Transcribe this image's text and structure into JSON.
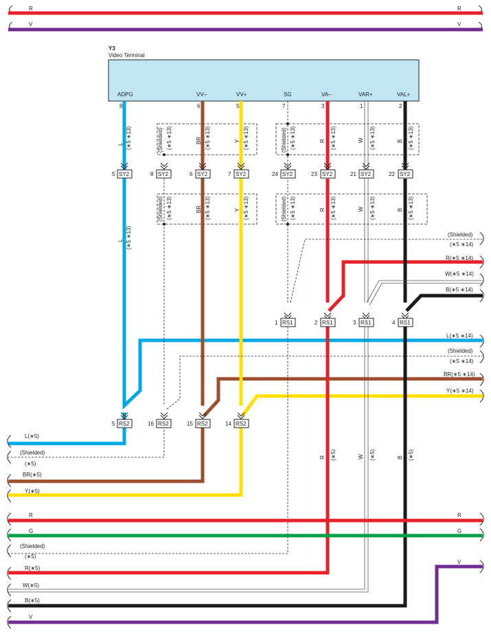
{
  "component": {
    "id": "Y3",
    "name": "Video Terminal",
    "fill": "#bfe6f2",
    "terminals": [
      {
        "name": "ADPG",
        "pin": "8"
      },
      {
        "name": "VV–",
        "pin": "6"
      },
      {
        "name": "VV+",
        "pin": "5"
      },
      {
        "name": "SG",
        "pin": "7"
      },
      {
        "name": "VA–",
        "pin": "3"
      },
      {
        "name": "VAR+",
        "pin": "1"
      },
      {
        "name": "VAL+",
        "pin": "2"
      }
    ]
  },
  "colors": {
    "R": "#e8202a",
    "V": "#6f2c91",
    "L": "#00a9e6",
    "BR": "#9b4f2f",
    "Y": "#ffe000",
    "B": "#1a1a1a",
    "G": "#00a04a",
    "W": "#ffffff"
  },
  "top_wires": [
    {
      "left": "R",
      "right": "R"
    },
    {
      "left": "V",
      "right": "V"
    }
  ],
  "sy2": {
    "label": "SY2",
    "pins": [
      "5",
      "8",
      "6",
      "7",
      "24",
      "23",
      "21",
      "22"
    ]
  },
  "rs1": {
    "label": "RS1",
    "pins": [
      "1",
      "2",
      "3",
      "4"
    ]
  },
  "rs2": {
    "label": "RS2",
    "pins": [
      "5",
      "16",
      "15",
      "14"
    ]
  },
  "wire_labels": {
    "seg1": [
      "L",
      "(Shielded)",
      "BR",
      "Y",
      "(Shielded)",
      "R",
      "W",
      "B"
    ],
    "seg2": [
      "L",
      "(Shielded)",
      "BR",
      "Y",
      "(Shielded)",
      "R",
      "W",
      "B"
    ],
    "seg4": [
      "R",
      "W",
      "B"
    ],
    "note13": "(∗5 ∗13)",
    "note5": "(∗5)"
  },
  "right_labels": {
    "shielded": "(Shielded)",
    "note14": "(∗5 ∗14)",
    "r": "R(∗5 ∗14)",
    "w": "W(∗5 ∗14)",
    "b": "B(∗5 ∗14)",
    "l": "L(∗5 ∗14)",
    "shielded2": "(Shielded)",
    "note14b": "(∗5 ∗14)",
    "br": "BR(∗5 ∗14)",
    "y": "Y(∗5 ∗14)"
  },
  "left_labels": {
    "l": "L(∗5)",
    "shielded": "(Shielded)",
    "note5": "(∗5)",
    "br": "BR(∗5)",
    "y": "Y(∗5)"
  },
  "bottom_wires": {
    "r": {
      "left": "R",
      "right": "R"
    },
    "g": {
      "left": "G",
      "right": "G"
    },
    "shielded": "(Shielded)",
    "note5": "(∗5)",
    "r5": "R(∗5)",
    "w5": "W(∗5)",
    "b5": "B(∗5)",
    "v": {
      "left": "V",
      "right": "V"
    }
  }
}
